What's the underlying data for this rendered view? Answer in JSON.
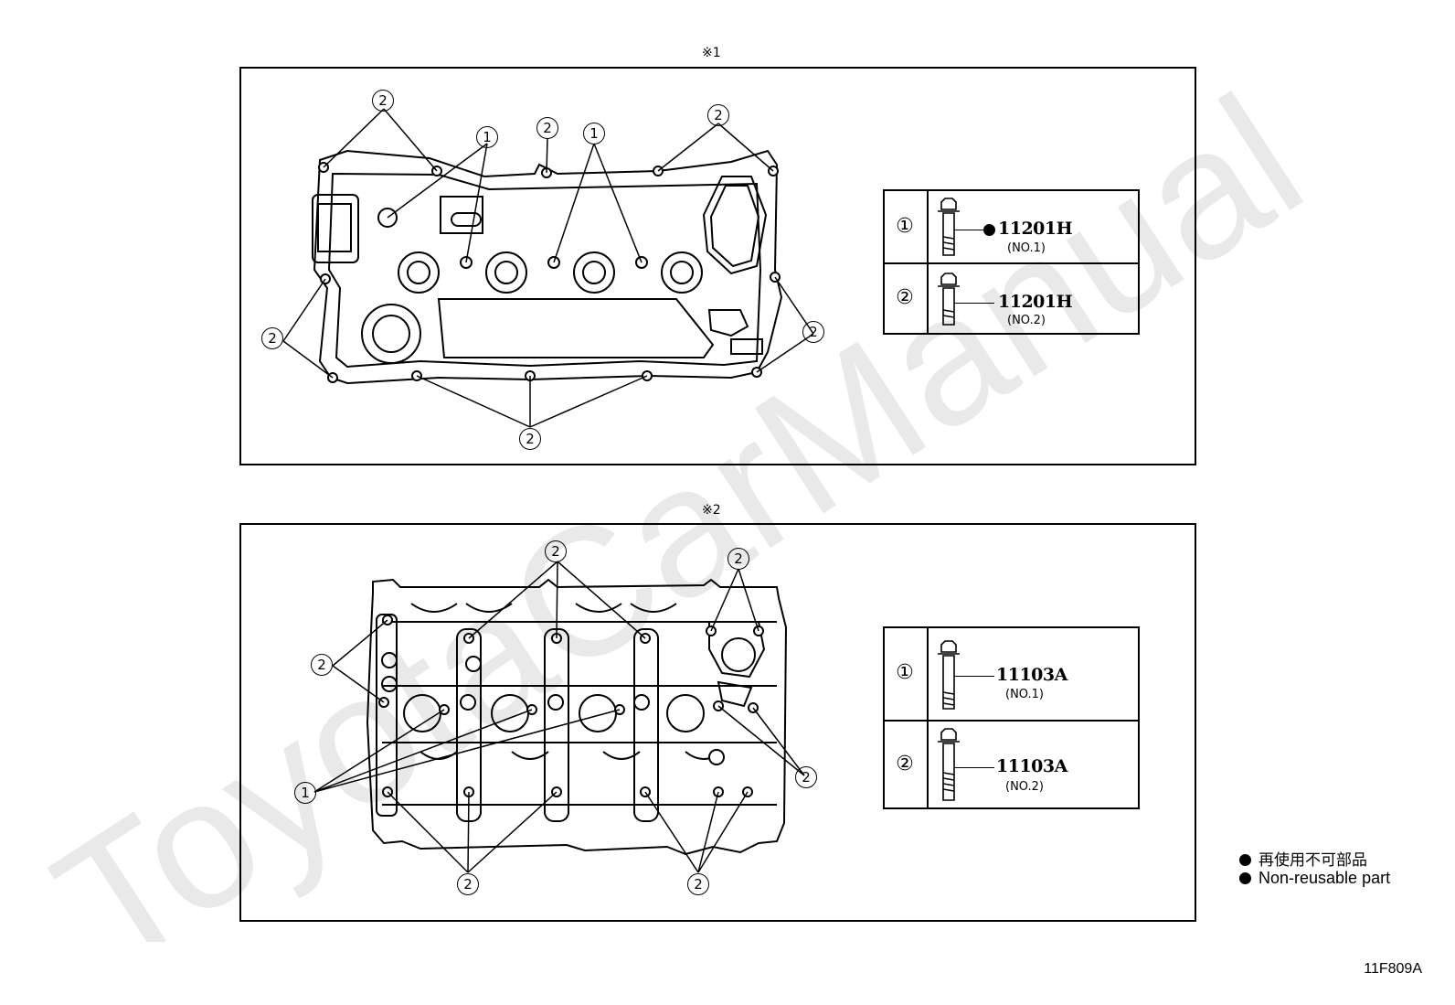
{
  "panels": [
    {
      "label": "※1",
      "bolts": [
        {
          "callout": "①",
          "part": "11201H",
          "sub": "(NO.1)",
          "non_reusable": true
        },
        {
          "callout": "②",
          "part": "11201H",
          "sub": "(NO.2)",
          "non_reusable": false
        }
      ]
    },
    {
      "label": "※2",
      "bolts": [
        {
          "callout": "①",
          "part": "11103A",
          "sub": "(NO.1)",
          "non_reusable": false
        },
        {
          "callout": "②",
          "part": "11103A",
          "sub": "(NO.2)",
          "non_reusable": false
        }
      ]
    }
  ],
  "callouts": {
    "one": "1",
    "two": "2"
  },
  "legend": {
    "japanese": "再使用不可部品",
    "english": "Non-reusable part"
  },
  "watermark": "ToyotaCarManual",
  "figure_code": "11F809A"
}
